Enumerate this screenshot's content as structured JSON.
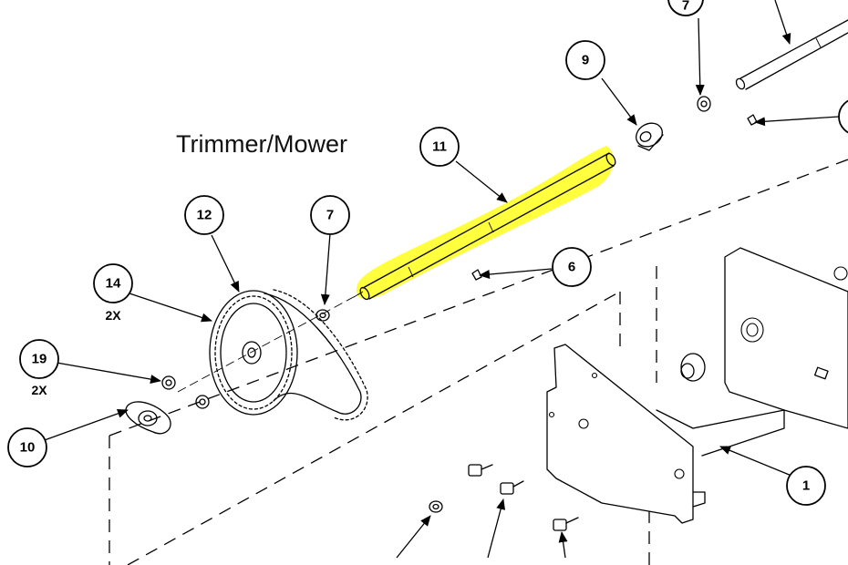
{
  "title": "Trimmer/Mower",
  "highlight_color": "#ffff33",
  "callouts": [
    {
      "id": "c1",
      "label": "1"
    },
    {
      "id": "c6",
      "label": "6"
    },
    {
      "id": "c7a",
      "label": "7"
    },
    {
      "id": "c7b",
      "label": "7"
    },
    {
      "id": "c9",
      "label": "9"
    },
    {
      "id": "c10",
      "label": "10"
    },
    {
      "id": "c11",
      "label": "11"
    },
    {
      "id": "c12",
      "label": "12"
    },
    {
      "id": "c14",
      "label": "14",
      "qty": "2X"
    },
    {
      "id": "c19",
      "label": "19",
      "qty": "2X"
    }
  ]
}
